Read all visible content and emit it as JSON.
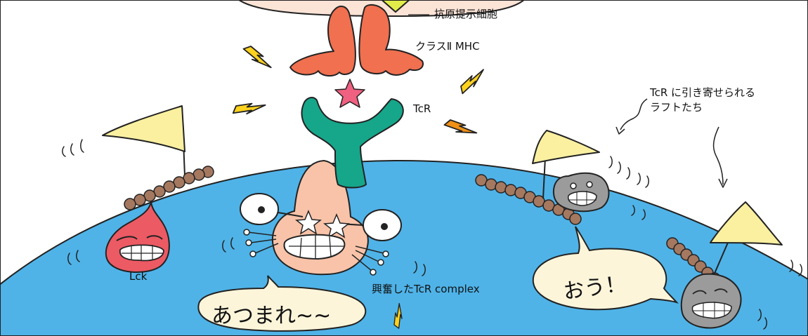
{
  "labels": {
    "apc": "抗原提示細胞",
    "mhc": "クラスⅡ MHC",
    "tcr": "TcR",
    "rafts_line1": "TcR に引き寄せられる",
    "rafts_line2": "ラフトたち",
    "lck": "Lck",
    "complex": "興奮したTcR complex"
  },
  "bubbles": {
    "gather": "あつまれ~~",
    "ou": "おう！"
  },
  "colors": {
    "cell_blue": "#4fb3e8",
    "apc_pink": "#fbe3d6",
    "mhc_orange": "#f07050",
    "tcr_green": "#16a68a",
    "star_pink": "#f06080",
    "flag_yellow": "#faf0a0",
    "raft_bead": "#a57860",
    "lck_red": "#ec5a64",
    "raft_gray": "#9b9b9b",
    "complex_skin": "#f8c3a8",
    "bubble_cream": "#fdf5da",
    "bolt_yellow": "#ffd21e",
    "bolt_orange": "#f09016"
  },
  "icons": [
    "lightning-bolt-icon",
    "flag-icon",
    "star-icon",
    "lipid-raft-icon",
    "speech-bubble-icon"
  ]
}
